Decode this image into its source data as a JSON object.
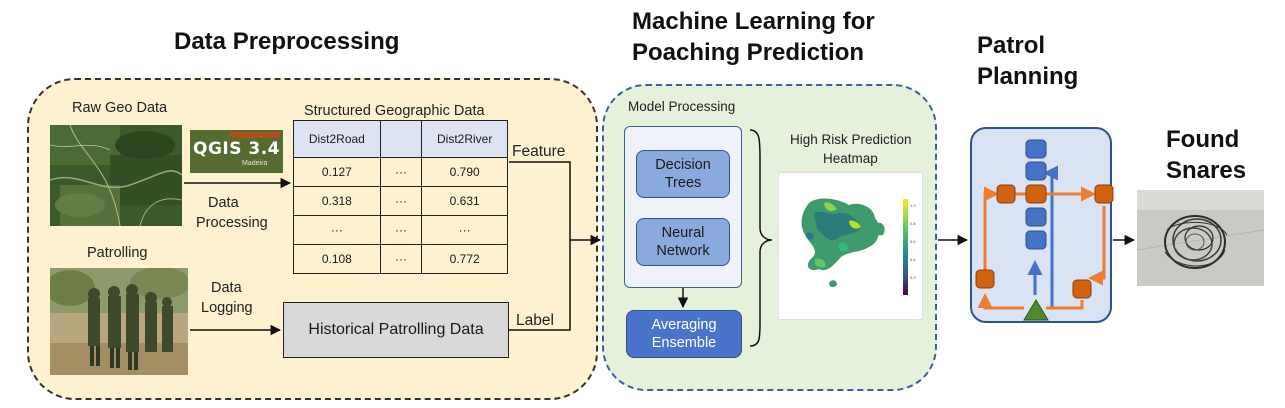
{
  "stages": {
    "preprocessing": "Data Preprocessing",
    "ml_line1": "Machine Learning for",
    "ml_line2": "Poaching Prediction",
    "patrol_line1": "Patrol",
    "patrol_line2": "Planning",
    "snares_line1": "Found",
    "snares_line2": "Snares"
  },
  "preprocessing": {
    "raw_geo_label": "Raw Geo Data",
    "qgis_main": "QGIS 3.4",
    "qgis_sub": "Madeira",
    "data_processing_line1": "Data",
    "data_processing_line2": "Processing",
    "patrolling_label": "Patrolling",
    "data_logging_line1": "Data",
    "data_logging_line2": "Logging",
    "table_title": "Structured Geographic Data",
    "table_headers": [
      "Dist2Road",
      "",
      "Dist2River"
    ],
    "table_rows": [
      [
        "0.127",
        "···",
        "0.790"
      ],
      [
        "0.318",
        "···",
        "0.631"
      ],
      [
        "···",
        "···",
        "···"
      ],
      [
        "0.108",
        "···",
        "0.772"
      ]
    ],
    "feature_label": "Feature",
    "historical_box": "Historical Patrolling Data",
    "label_label": "Label"
  },
  "ml": {
    "model_processing": "Model Processing",
    "decision_trees_line1": "Decision",
    "decision_trees_line2": "Trees",
    "neural_network_line1": "Neural",
    "neural_network_line2": "Network",
    "ensemble_line1": "Averaging",
    "ensemble_line2": "Ensemble",
    "heatmap_title_line1": "High Risk Prediction",
    "heatmap_title_line2": "Heatmap",
    "colorbar_ticks": [
      "1.0",
      "0.8",
      "0.6",
      "0.4",
      "0.2"
    ]
  },
  "colors": {
    "preprocessing_fill": "#fdf1cf",
    "ml_fill": "#e6f1dc",
    "model_box_fill": "#eff3f9",
    "model_item_fill": "#8aa9dc",
    "ensemble_fill": "#4a74c9",
    "patrol_fill": "#dae3f3",
    "patrol_node_blue": "#4472c4",
    "patrol_node_orange": "#d1620f",
    "patrol_route": "#ed7d31",
    "table_header_fill": "#dde3f2",
    "historical_fill": "#d9d9d9"
  }
}
